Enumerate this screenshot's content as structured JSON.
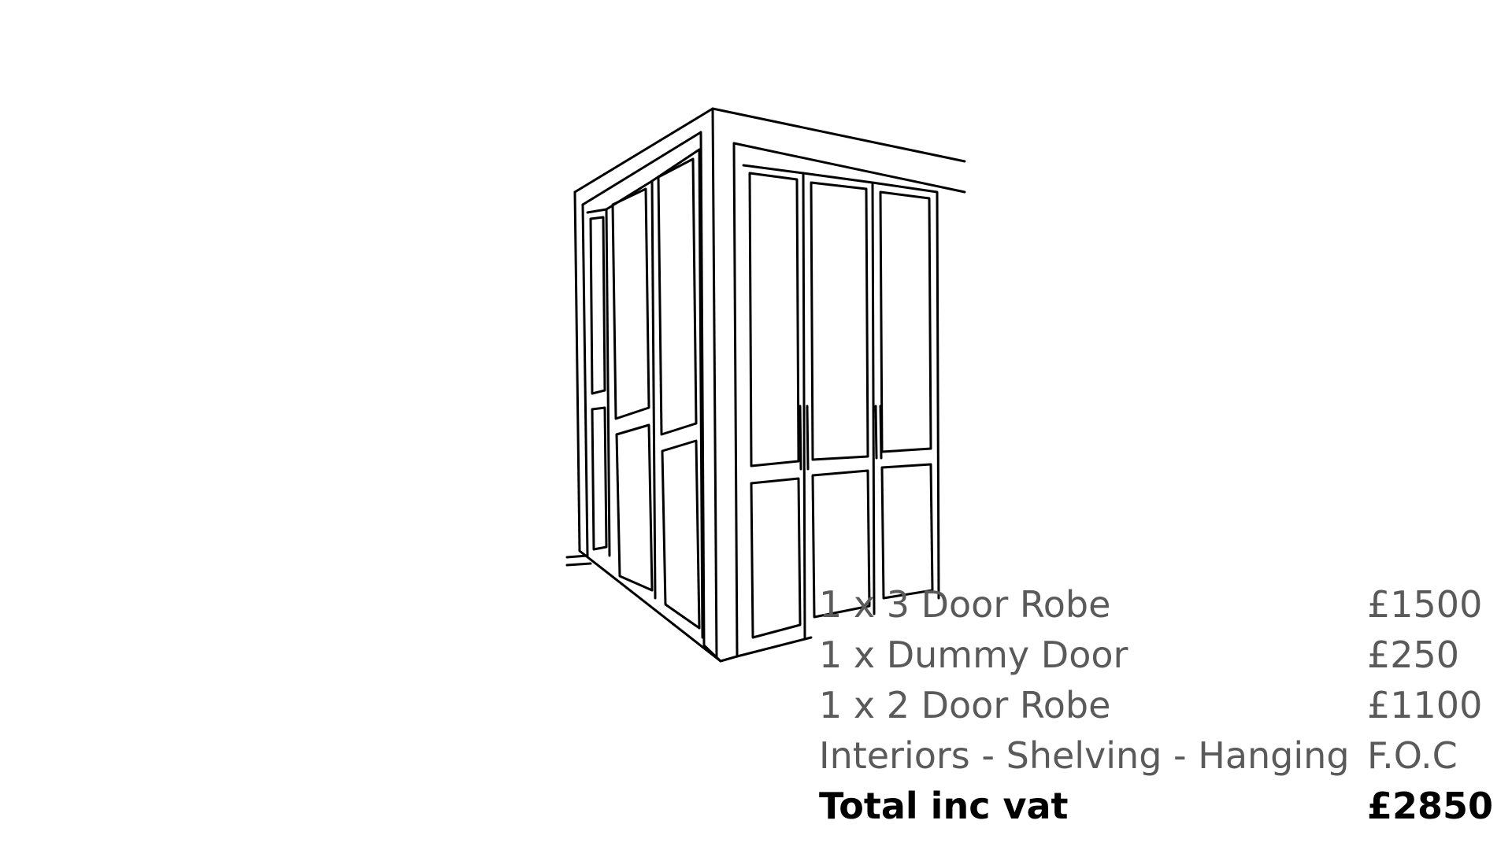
{
  "illustration": {
    "subject": "wardrobe-line-drawing-icon"
  },
  "price_list": {
    "rows": [
      {
        "item": "1 x 3 Door Robe",
        "price": "£1500"
      },
      {
        "item": "1 x Dummy Door",
        "price": "£250"
      },
      {
        "item": "1 x 2 Door Robe",
        "price": "£1100"
      },
      {
        "item": "Interiors - Shelving  - Hanging",
        "price": "F.O.C"
      }
    ],
    "total": {
      "label": "Total inc vat",
      "price": "£2850"
    }
  },
  "colors": {
    "line_item_text": "#5a5a5a",
    "total_text": "#000000",
    "drawing_stroke": "#000000",
    "background": "#ffffff"
  }
}
